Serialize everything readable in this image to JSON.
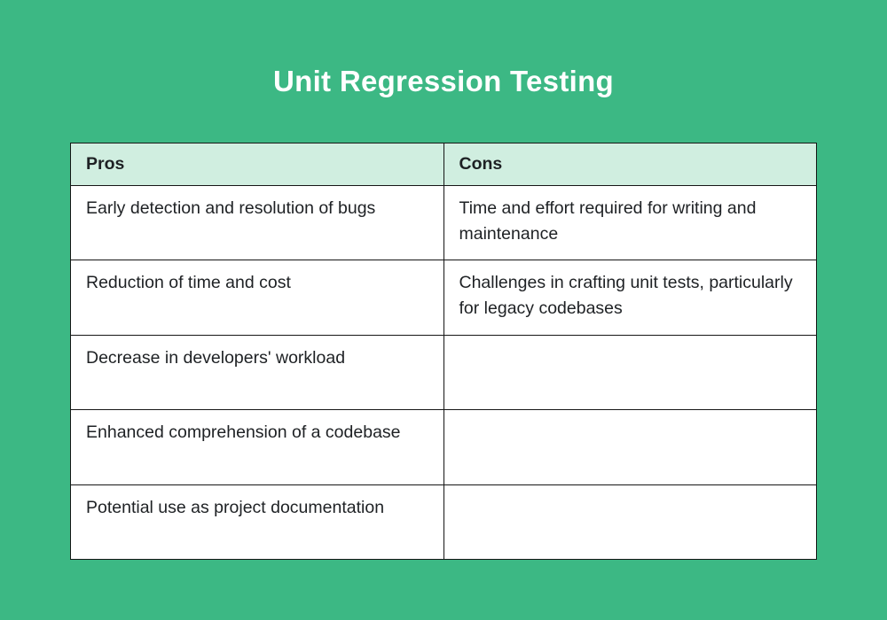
{
  "page": {
    "title": "Unit Regression Testing"
  },
  "colors": {
    "background": "#3CB884",
    "header_bg": "#D0EEE0",
    "border": "#161616",
    "title_text": "#FFFFFF",
    "cell_text": "#1E2124"
  },
  "table": {
    "headers": [
      "Pros",
      "Cons"
    ],
    "rows": [
      {
        "pros": "Early detection and resolution of bugs",
        "cons": "Time and effort required for writing and maintenance"
      },
      {
        "pros": "Reduction of time and cost",
        "cons": "Challenges in crafting unit tests, particularly for legacy codebases"
      },
      {
        "pros": "Decrease in developers' workload",
        "cons": ""
      },
      {
        "pros": "Enhanced comprehension of a codebase",
        "cons": ""
      },
      {
        "pros": "Potential use as project documentation",
        "cons": ""
      }
    ]
  }
}
